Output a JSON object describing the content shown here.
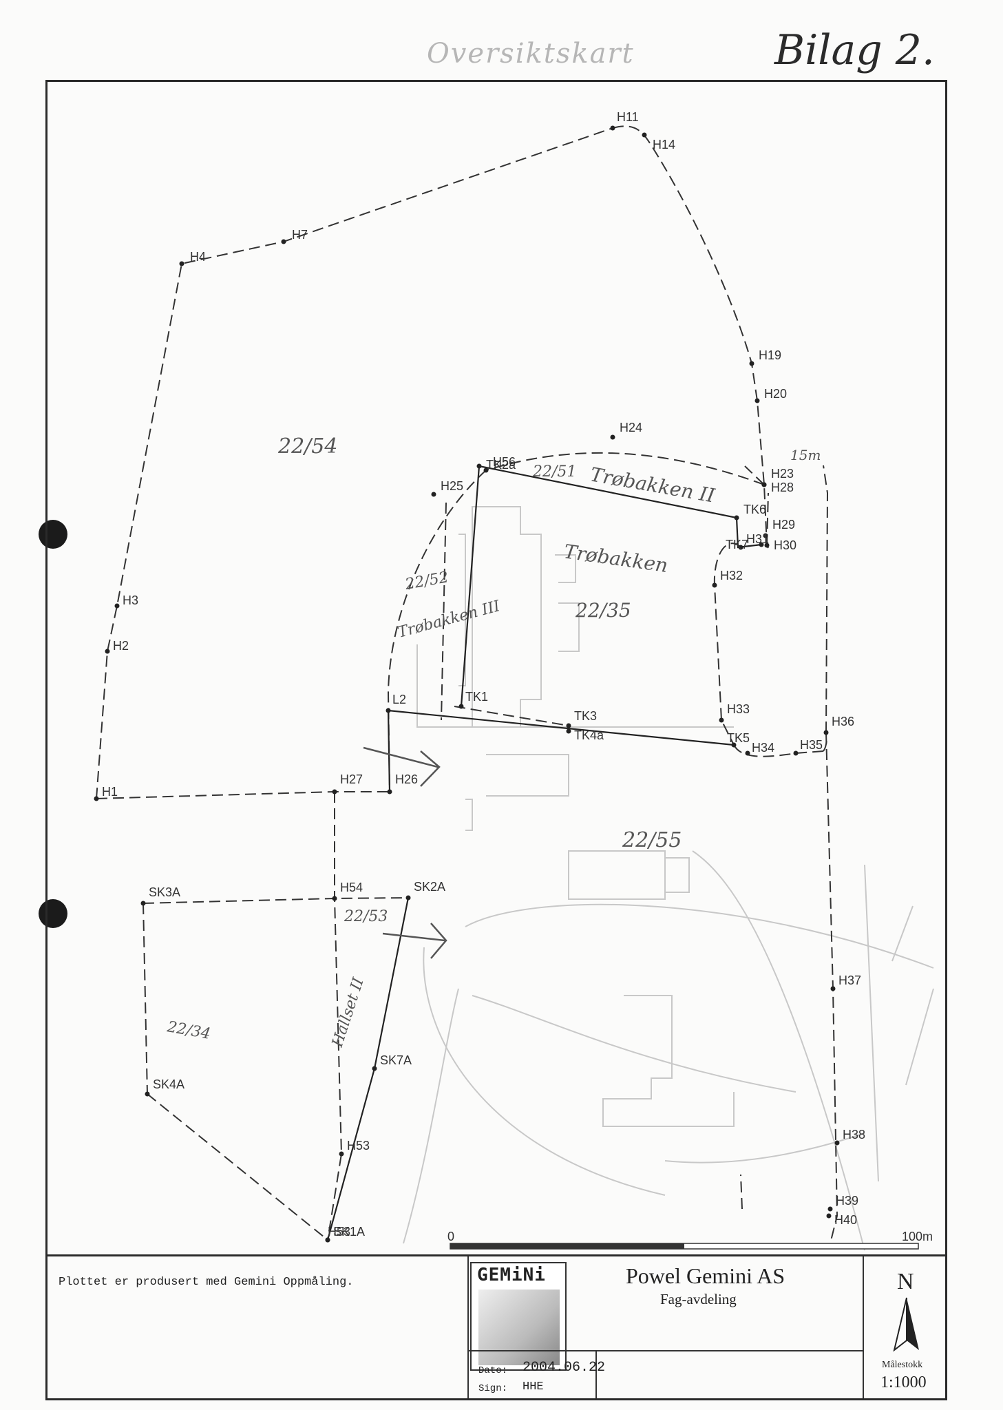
{
  "annotations": {
    "header": "Oversiktskart",
    "annex": "Bilag 2."
  },
  "map": {
    "points": [
      {
        "id": "H11",
        "name": "H11"
      },
      {
        "id": "H14",
        "name": "H14"
      },
      {
        "id": "H7",
        "name": "H7"
      },
      {
        "id": "H4",
        "name": "H4"
      },
      {
        "id": "H19",
        "name": "H19"
      },
      {
        "id": "H20",
        "name": "H20"
      },
      {
        "id": "H24",
        "name": "H24"
      },
      {
        "id": "H56",
        "name": "H56"
      },
      {
        "id": "TK2a",
        "name": "TK2a"
      },
      {
        "id": "H23",
        "name": "H23"
      },
      {
        "id": "H28",
        "name": "H28"
      },
      {
        "id": "H25",
        "name": "H25"
      },
      {
        "id": "TK6",
        "name": "TK6"
      },
      {
        "id": "H29",
        "name": "H29"
      },
      {
        "id": "H30",
        "name": "H30"
      },
      {
        "id": "H31",
        "name": "H31"
      },
      {
        "id": "TK7",
        "name": "TK7"
      },
      {
        "id": "H32",
        "name": "H32"
      },
      {
        "id": "H3",
        "name": "H3"
      },
      {
        "id": "H2",
        "name": "H2"
      },
      {
        "id": "L2",
        "name": "L2"
      },
      {
        "id": "TK1",
        "name": "TK1"
      },
      {
        "id": "TK3",
        "name": "TK3"
      },
      {
        "id": "TK4a",
        "name": "TK4a"
      },
      {
        "id": "H33",
        "name": "H33"
      },
      {
        "id": "TK5",
        "name": "TK5"
      },
      {
        "id": "H34",
        "name": "H34"
      },
      {
        "id": "H35",
        "name": "H35"
      },
      {
        "id": "H36",
        "name": "H36"
      },
      {
        "id": "H1",
        "name": "H1"
      },
      {
        "id": "H27",
        "name": "H27"
      },
      {
        "id": "H26",
        "name": "H26"
      },
      {
        "id": "SK3A",
        "name": "SK3A"
      },
      {
        "id": "H54",
        "name": "H54"
      },
      {
        "id": "SK2A",
        "name": "SK2A"
      },
      {
        "id": "H37",
        "name": "H37"
      },
      {
        "id": "SK7A",
        "name": "SK7A"
      },
      {
        "id": "SK4A",
        "name": "SK4A"
      },
      {
        "id": "H53",
        "name": "H53"
      },
      {
        "id": "H38",
        "name": "H38"
      },
      {
        "id": "H39",
        "name": "H39"
      },
      {
        "id": "H40",
        "name": "H40"
      },
      {
        "id": "SK1A",
        "name": "SK1A"
      },
      {
        "id": "H53b",
        "name": "H53"
      }
    ],
    "parcels": [
      "22/54",
      "22/51",
      "22/52",
      "22/35",
      "22/55",
      "22/53",
      "22/34"
    ],
    "place_names": [
      "Trøbakken II",
      "Trøbakken",
      "Trøbakken III",
      "Hallset II"
    ],
    "handwritten_note": "15m",
    "scale_bar": {
      "start": "0",
      "end": "100m"
    }
  },
  "title_block": {
    "plot_note": "Plottet er produsert med Gemini Oppmåling.",
    "logo_text": "GEMiNi",
    "company": "Powel Gemini AS",
    "department": "Fag-avdeling",
    "date_label": "Dato:",
    "date_value": "2004.06.22",
    "sign_label": "Sign:",
    "sign_value": "HHE",
    "north": "N",
    "scale_caption": "Målestokk",
    "scale_value": "1:1000"
  }
}
